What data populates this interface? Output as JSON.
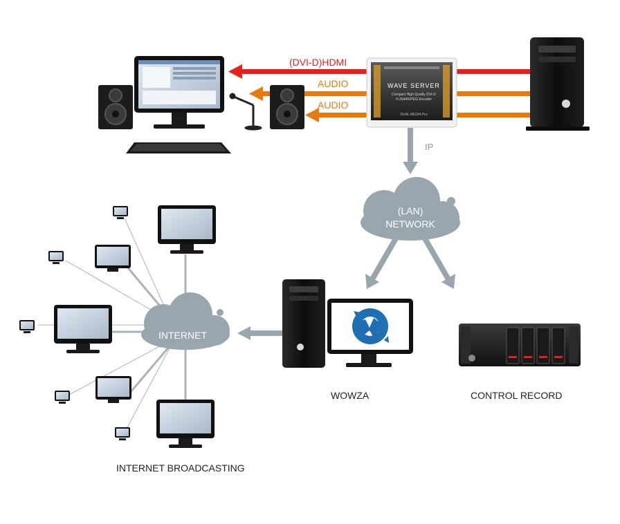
{
  "links": {
    "video": "(DVI-D)HDMI",
    "audio_top": "AUDIO",
    "audio_bottom": "AUDIO",
    "ip": "IP"
  },
  "encoder": {
    "brand": "WAVE SERVER",
    "line1": "Compact High Quality DVI-D",
    "line2": "H.264/MJPEG Encoder",
    "bottom": "DUAL MEDIA Pro"
  },
  "clouds": {
    "lan_line1": "(LAN)",
    "lan_line2": "NETWORK",
    "internet": "INTERNET"
  },
  "captions": {
    "wowza": "WOWZA",
    "control_record": "CONTROL RECORD",
    "internet_broadcasting": "INTERNET BROADCASTING"
  },
  "colors": {
    "video_link": "#e8201c",
    "audio_link": "#e9780f",
    "network_arrow": "#9aa6ae",
    "cloud": "#9aa6ae",
    "wowza_logo": "#1f6fb3"
  }
}
